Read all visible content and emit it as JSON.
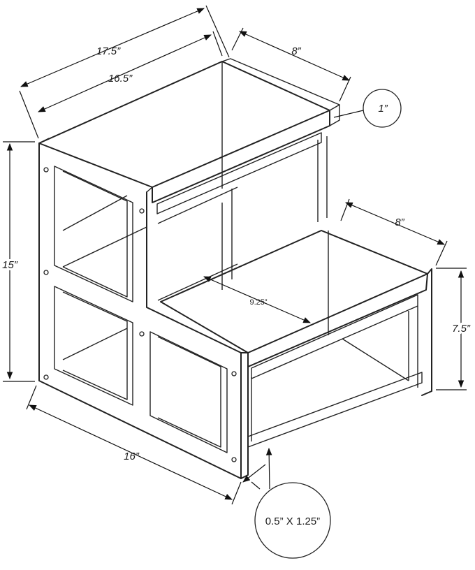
{
  "dimensions": {
    "top_width_outer": "17.5”",
    "top_width_inner": "16.5”",
    "top_depth": "8”",
    "top_thickness": "1”",
    "height_total": "15”",
    "step_depth": "8”",
    "step_width": "9.25”",
    "step_height": "7.5”",
    "base_width": "16”",
    "leg_profile": "0.5” X 1.25”"
  }
}
